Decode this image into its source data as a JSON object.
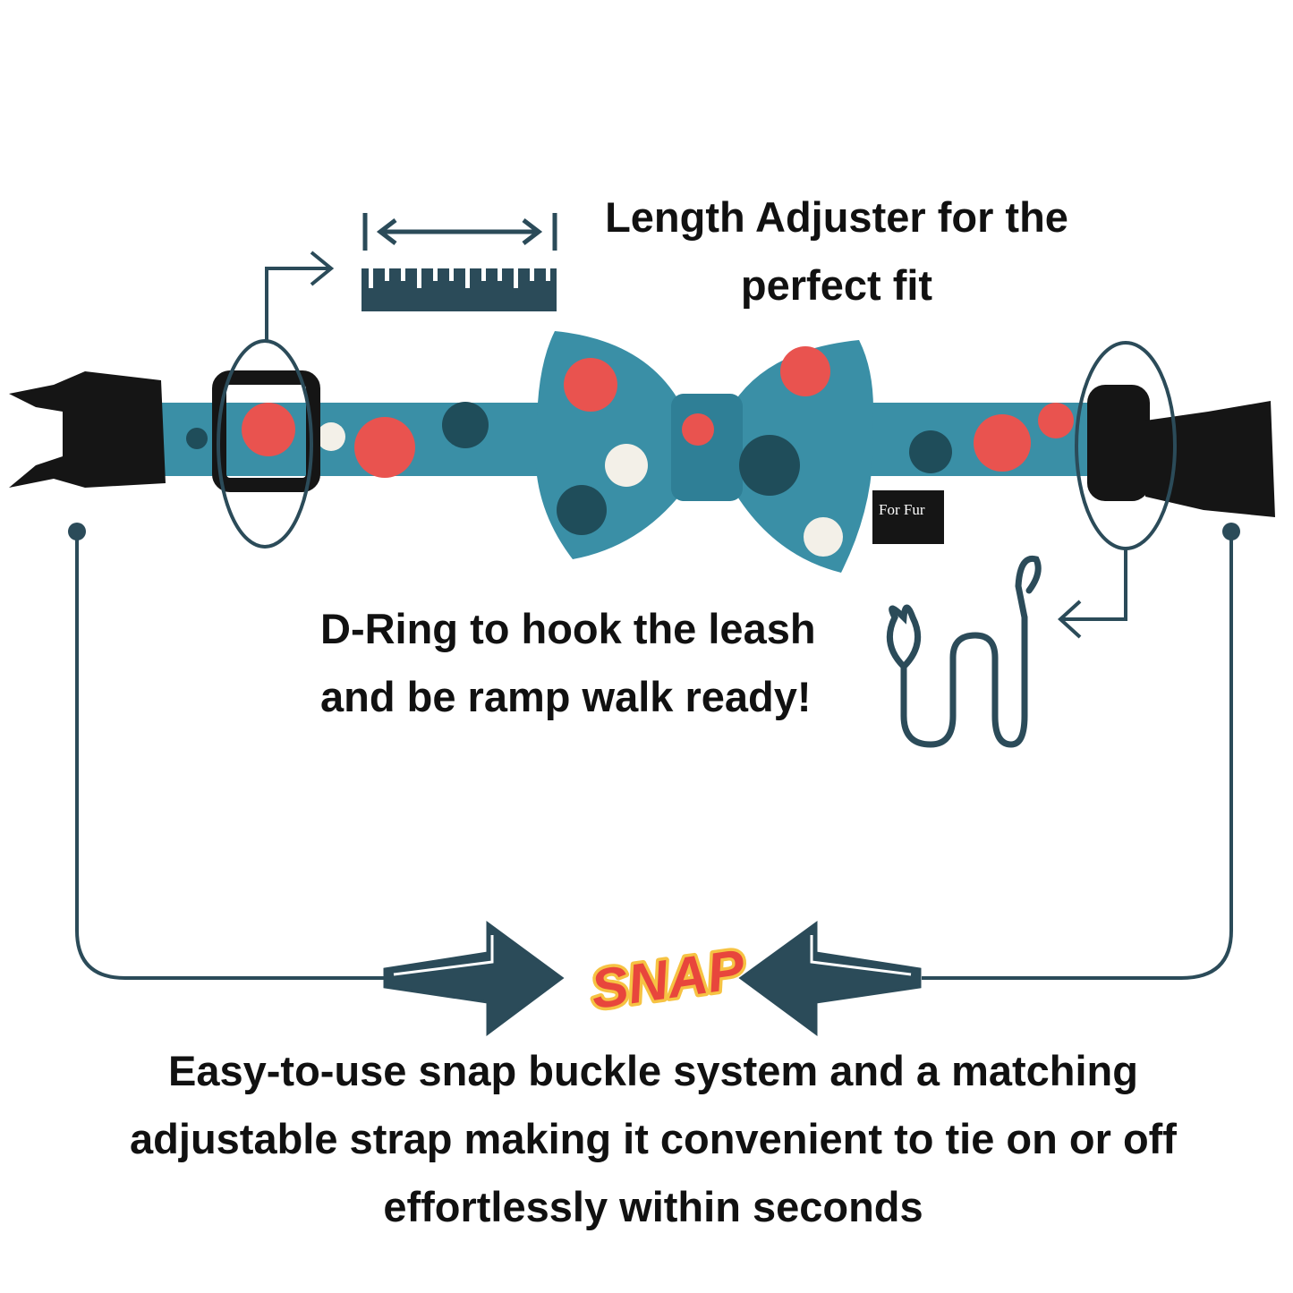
{
  "callouts": {
    "length_adjuster": [
      "Length Adjuster for the",
      "perfect fit"
    ],
    "d_ring": [
      "D-Ring to hook the leash",
      "and be ramp walk ready!"
    ],
    "buckle": [
      "Easy-to-use snap buckle system and a matching",
      "adjustable strap making it convenient to tie on or off",
      "effortlessly within seconds"
    ]
  },
  "snap_label": "SNAP",
  "brand_label": "For Fur",
  "colors": {
    "accent": "#2b4b59",
    "strap": "#3a8fa6",
    "strawberry": "#e9534f",
    "snap_red": "#e8463c",
    "snap_yellow": "#f6c343"
  },
  "icons": [
    "ruler-icon",
    "double-arrow-icon",
    "leash-icon",
    "arrow-icon"
  ]
}
